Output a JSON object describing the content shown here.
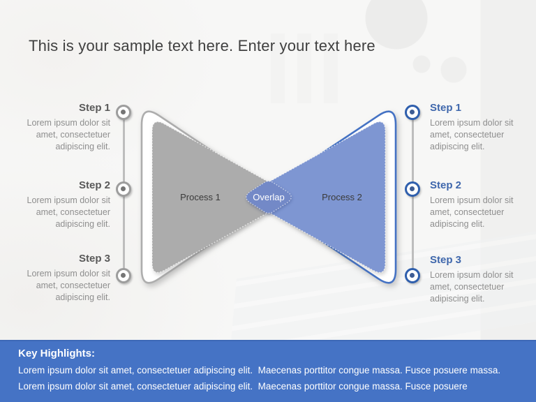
{
  "slide": {
    "title": "This is your sample text here. Enter your text here"
  },
  "left_steps": [
    {
      "label": "Step 1",
      "lines": [
        "Lorem ipsum dolor sit",
        "amet, consectetuer",
        "adipiscing elit."
      ]
    },
    {
      "label": "Step 2",
      "lines": [
        "Lorem ipsum dolor sit",
        "amet, consectetuer",
        "adipiscing elit."
      ]
    },
    {
      "label": "Step 3",
      "lines": [
        "Lorem ipsum dolor sit",
        "amet, consectetuer",
        "adipiscing elit."
      ]
    }
  ],
  "right_steps": [
    {
      "label": "Step 1",
      "lines": [
        "Lorem ipsum dolor sit",
        "amet, consectetuer",
        "adipiscing elit."
      ]
    },
    {
      "label": "Step 2",
      "lines": [
        "Lorem ipsum dolor sit",
        "amet, consectetuer",
        "adipiscing elit."
      ]
    },
    {
      "label": "Step 3",
      "lines": [
        "Lorem ipsum dolor sit",
        "amet, consectetuer",
        "adipiscing elit."
      ]
    }
  ],
  "diagram": {
    "process1_label": "Process 1",
    "process2_label": "Process 2",
    "overlap_label": "Overlap"
  },
  "key_highlights": {
    "heading": "Key Highlights:",
    "line1": "Lorem ipsum dolor sit amet, consectetuer adipiscing elit.  Maecenas porttitor congue massa. Fusce posuere massa.",
    "line2": "Lorem ipsum dolor sit amet, consectetuer adipiscing elit.  Maecenas porttitor congue massa. Fusce posuere"
  },
  "colors": {
    "accent_blue": "#4472C4",
    "band_blue": "#4573C5",
    "process1_fill": "#ACACAC",
    "process2_fill": "#7E96D2",
    "overlap_fill": "#7389C7",
    "step_title_gray": "#595959",
    "step_title_blue": "#3F67AC",
    "body_gray": "#8E8E8E",
    "title_gray": "#404040"
  }
}
